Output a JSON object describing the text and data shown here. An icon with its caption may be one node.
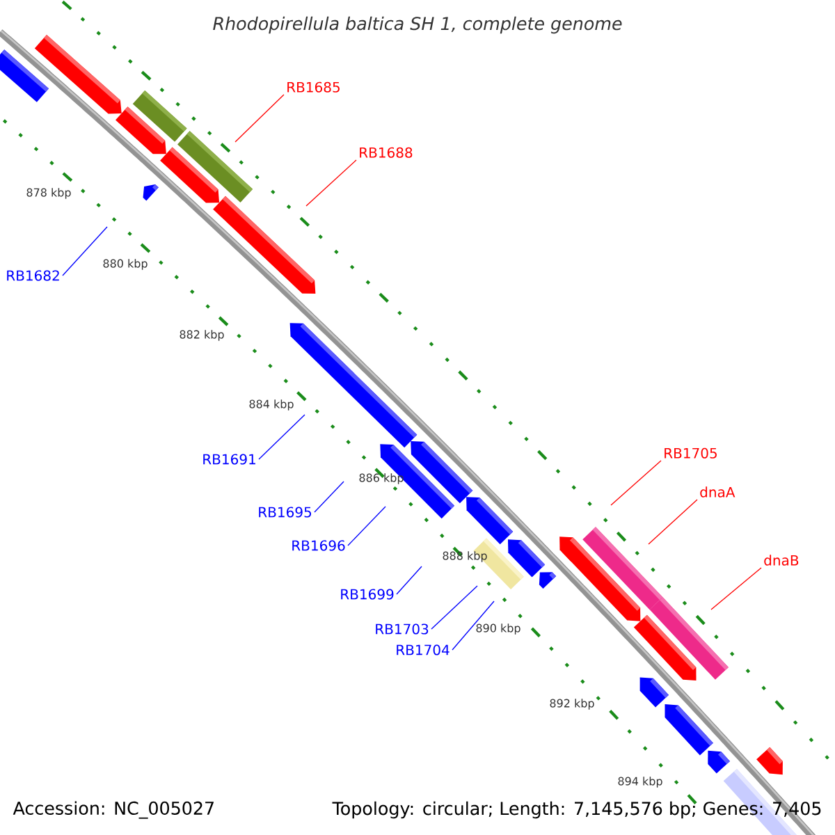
{
  "diagram": {
    "title": "Rhodopirellula baltica SH 1, complete genome",
    "nodes": [
      {
        "text": [
          "RB1685"
        ]
      },
      {
        "text": [
          "RB1688"
        ]
      },
      {
        "text": [
          "RB1682"
        ]
      },
      {
        "text": [
          "RB1705"
        ]
      },
      {
        "text": [
          "RB1691"
        ]
      },
      {
        "text": [
          "dnaA"
        ]
      },
      {
        "text": [
          "RB1695"
        ]
      },
      {
        "text": [
          "RB1696"
        ]
      },
      {
        "text": [
          "dnaB"
        ]
      },
      {
        "text": [
          "RB1699"
        ]
      },
      {
        "text": [
          "RB1703"
        ]
      },
      {
        "text": [
          "RB1704"
        ]
      }
    ],
    "edges": [
      {
        "from": 0,
        "to": null,
        "arrow": "none",
        "color": "#ff0000"
      },
      {
        "from": 1,
        "to": null,
        "arrow": "none",
        "color": "#ff0000"
      },
      {
        "from": 2,
        "to": null,
        "arrow": "none"
      },
      {
        "from": 3,
        "to": null,
        "arrow": "none",
        "color": "#ff0000"
      },
      {
        "from": 4,
        "to": null,
        "arrow": "none"
      },
      {
        "from": 5,
        "to": null,
        "arrow": "none",
        "color": "#ff0000"
      },
      {
        "from": 6,
        "to": null,
        "arrow": "none"
      },
      {
        "from": 7,
        "to": null,
        "arrow": "none"
      },
      {
        "from": 8,
        "to": null,
        "arrow": "none",
        "color": "#ff0000"
      },
      {
        "from": 9,
        "to": null,
        "arrow": "none"
      },
      {
        "from": 10,
        "to": null,
        "arrow": "none"
      },
      {
        "from": 11,
        "to": null,
        "arrow": "none"
      }
    ],
    "labels": [
      "878 kbp",
      "880 kbp",
      "882 kbp",
      "884 kbp",
      "886 kbp",
      "888 kbp",
      "890 kbp",
      "892 kbp",
      "894 kbp",
      "Accession: NC_005027",
      "Topology: circular; Length: 7,145,576 bp; Genes: 7,405"
    ]
  }
}
